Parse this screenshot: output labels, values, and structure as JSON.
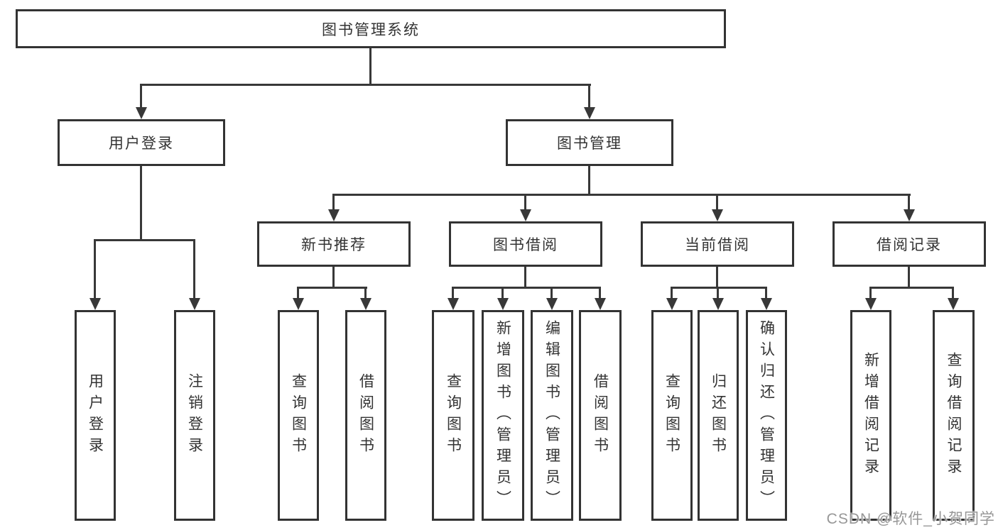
{
  "diagram": {
    "title": "图书管理系统",
    "nodes": {
      "root": {
        "label": "图书管理系统"
      },
      "l2": [
        {
          "label": "用户登录"
        },
        {
          "label": "图书管理"
        }
      ],
      "l3": [
        {
          "label": "新书推荐"
        },
        {
          "label": "图书借阅"
        },
        {
          "label": "当前借阅"
        },
        {
          "label": "借阅记录"
        }
      ],
      "leaves": [
        {
          "label": "用户登录"
        },
        {
          "label": "注销登录"
        },
        {
          "label": "查询图书"
        },
        {
          "label": "借阅图书"
        },
        {
          "label": "查询图书"
        },
        {
          "label": "新增图书（管理员）"
        },
        {
          "label": "编辑图书（管理员）"
        },
        {
          "label": "借阅图书"
        },
        {
          "label": "查询图书"
        },
        {
          "label": "归还图书"
        },
        {
          "label": "确认归还（管理员）"
        },
        {
          "label": "新增借阅记录"
        },
        {
          "label": "查询借阅记录"
        }
      ]
    },
    "hierarchy": [
      {
        "parent": "图书管理系统",
        "children": [
          "用户登录",
          "图书管理"
        ]
      },
      {
        "parent": "用户登录",
        "children": [
          "用户登录",
          "注销登录"
        ]
      },
      {
        "parent": "图书管理",
        "children": [
          "新书推荐",
          "图书借阅",
          "当前借阅",
          "借阅记录"
        ]
      },
      {
        "parent": "新书推荐",
        "children": [
          "查询图书",
          "借阅图书"
        ]
      },
      {
        "parent": "图书借阅",
        "children": [
          "查询图书",
          "新增图书（管理员）",
          "编辑图书（管理员）",
          "借阅图书"
        ]
      },
      {
        "parent": "当前借阅",
        "children": [
          "查询图书",
          "归还图书",
          "确认归还（管理员）"
        ]
      },
      {
        "parent": "借阅记录",
        "children": [
          "新增借阅记录",
          "查询借阅记录"
        ]
      }
    ],
    "colors": {
      "border": "#333333",
      "line": "#383838",
      "text": "#333333",
      "background": "#ffffff",
      "watermark": "#919191"
    }
  },
  "watermark": {
    "text": "CSDN @软件_小贺同学"
  }
}
